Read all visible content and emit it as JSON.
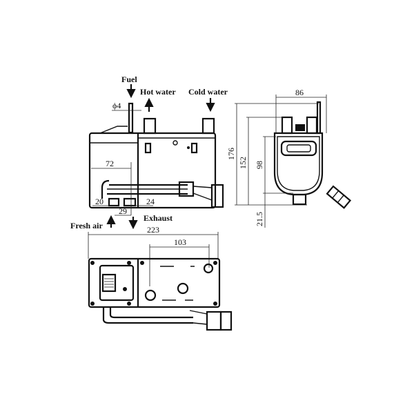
{
  "labels": {
    "fuel": "Fuel",
    "hot_water": "Hot water",
    "cold_water": "Cold water",
    "fresh_air": "Fresh air",
    "exhaust": "Exhaust"
  },
  "dimensions": {
    "fuel_pipe_diameter": "ϕ4",
    "d72": "72",
    "d20": "20",
    "d29": "29",
    "d24": "24",
    "d176": "176",
    "d152": "152",
    "d98": "98",
    "d21_5": "21.5",
    "d86": "86",
    "d223": "223",
    "d103": "103"
  },
  "colors": {
    "line": "#111111",
    "background": "#ffffff"
  }
}
